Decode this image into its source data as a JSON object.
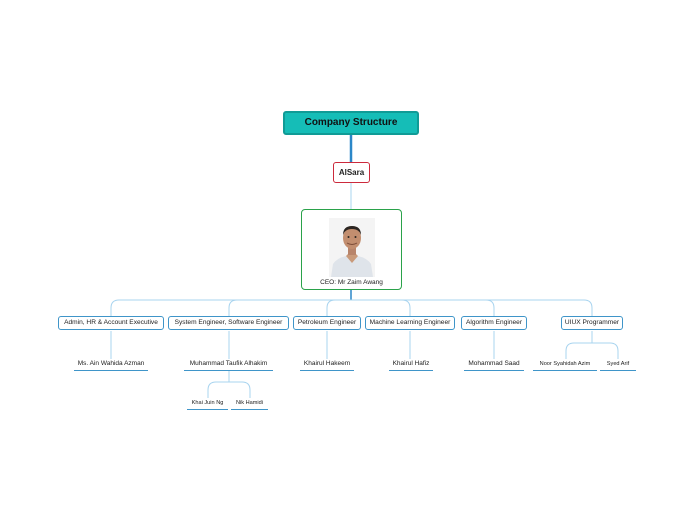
{
  "root": {
    "label": "Company Structure"
  },
  "org": {
    "label": "AlSara"
  },
  "ceo": {
    "caption": "CEO: Mr Zaim Awang"
  },
  "roles": [
    {
      "label": "Admin, HR & Account Executive",
      "members": [
        "Ms. Ain Wahida Azman"
      ]
    },
    {
      "label": "System Engineer, Software Engineer",
      "members": [
        "Muhammad Taufik Alhakim"
      ],
      "sub_members": [
        "Khai Juin Ng",
        "Nik Hamidi"
      ]
    },
    {
      "label": "Petroleum Engineer",
      "members": [
        "Khairul Hakeem"
      ]
    },
    {
      "label": "Machine Learning Engineer",
      "members": [
        "Khairul Hafiz"
      ]
    },
    {
      "label": "Algorithm Engineer",
      "members": [
        "Mohammad Saad"
      ]
    },
    {
      "label": "UIUX Programmer",
      "members": [
        "Noor Syahidah Azim",
        "Syed Arif"
      ]
    }
  ],
  "colors": {
    "root_fill": "#15bdb7",
    "org_border": "#cc2a3c",
    "ceo_border": "#2aa24a",
    "role_border": "#3f95c9",
    "connector": "#a9d4ef",
    "main_connector": "#2b87c8"
  }
}
